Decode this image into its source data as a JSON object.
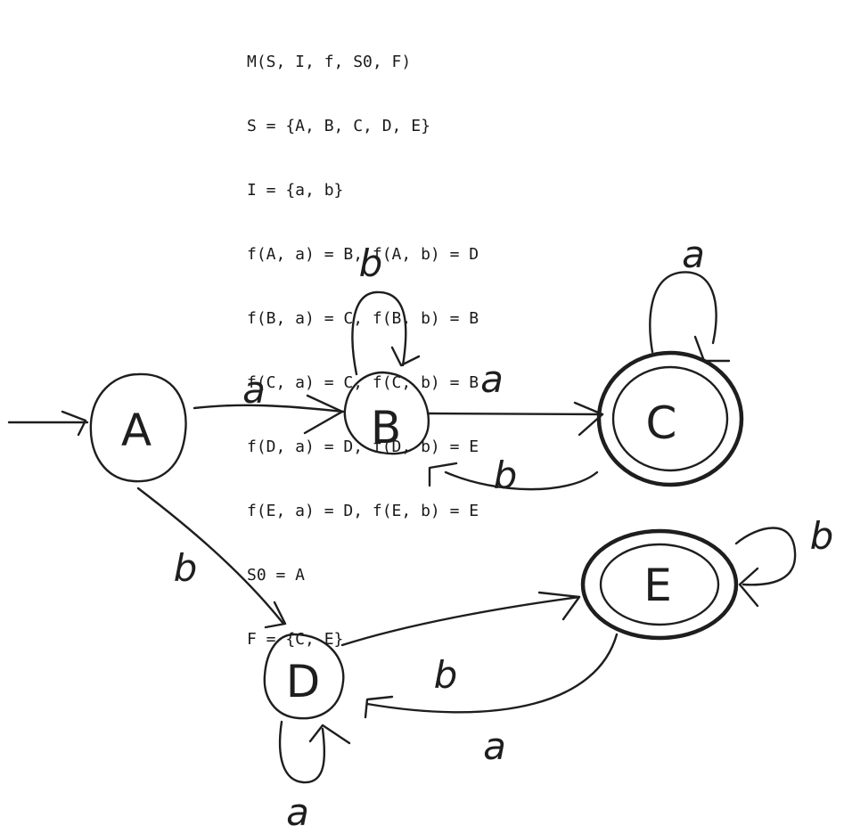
{
  "definition": {
    "lines": [
      "M(S, I, f, S0, F)",
      "S = {A, B, C, D, E}",
      "I = {a, b}",
      "f(A, a) = B, f(A, b) = D",
      "f(B, a) = C, f(B, b) = B",
      "f(C, a) = C, f(C, b) = B",
      "f(D, a) = D, f(D, b) = E",
      "f(E, a) = D, f(E, b) = E",
      "S0 = A",
      "F = {C, E}"
    ]
  },
  "diagram": {
    "states": {
      "A": "A",
      "B": "B",
      "C": "C",
      "D": "D",
      "E": "E"
    },
    "start_state": "A",
    "accepting_states": [
      "C",
      "E"
    ],
    "transitions": {
      "A_B": "a",
      "A_D": "b",
      "B_C": "a",
      "B_B": "b",
      "C_C": "a",
      "C_B": "b",
      "D_D": "a",
      "D_E": "b",
      "E_E": "b",
      "E_D": "a"
    }
  }
}
